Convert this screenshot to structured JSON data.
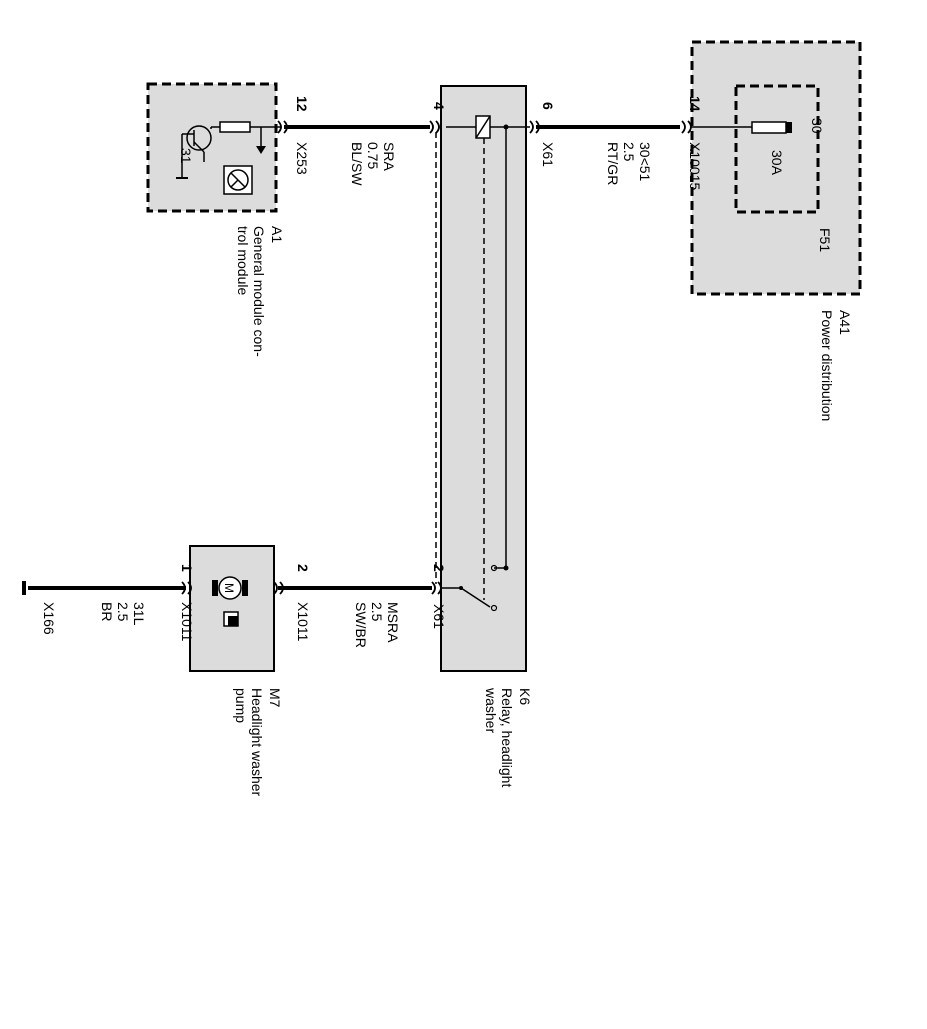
{
  "components": {
    "a41": {
      "ref": "A41",
      "name": "Power distribution"
    },
    "f51": {
      "ref": "F51",
      "terminal": "30",
      "rating": "30A"
    },
    "a1": {
      "ref": "A1",
      "name_line1": "General module con-",
      "name_line2": "trol module",
      "ground_terminal": "31"
    },
    "k6": {
      "ref": "K6",
      "name_line1": "Relay, headlight",
      "name_line2": "washer"
    },
    "m7": {
      "ref": "M7",
      "name_line1": "Headlight washer",
      "name_line2": "pump",
      "motor_symbol": "M"
    }
  },
  "pins": {
    "a41_14": "14",
    "k6_6": "6",
    "k6_4": "4",
    "a1_12": "12",
    "k6_2": "2",
    "m7_2": "2",
    "m7_1": "1"
  },
  "connectors": {
    "x10015": "X10015",
    "x61_top": "X61",
    "x253": "X253",
    "x61_bottom": "X61",
    "x1011_a": "X1011",
    "x1011_b": "X1011",
    "x166": "X166"
  },
  "wires": {
    "w1": {
      "circuit": "30<51",
      "gauge": "2.5",
      "color": "RT/GR"
    },
    "w2": {
      "circuit": "SRA",
      "gauge": "0.75",
      "color": "BL/SW"
    },
    "w3": {
      "circuit": "MSRA",
      "gauge": "2.5",
      "color": "SW/BR"
    },
    "w4": {
      "circuit": "31L",
      "gauge": "2.5",
      "color": "BR"
    }
  },
  "colors": {
    "module_fill": "#dcdcdc",
    "line": "#000000"
  }
}
